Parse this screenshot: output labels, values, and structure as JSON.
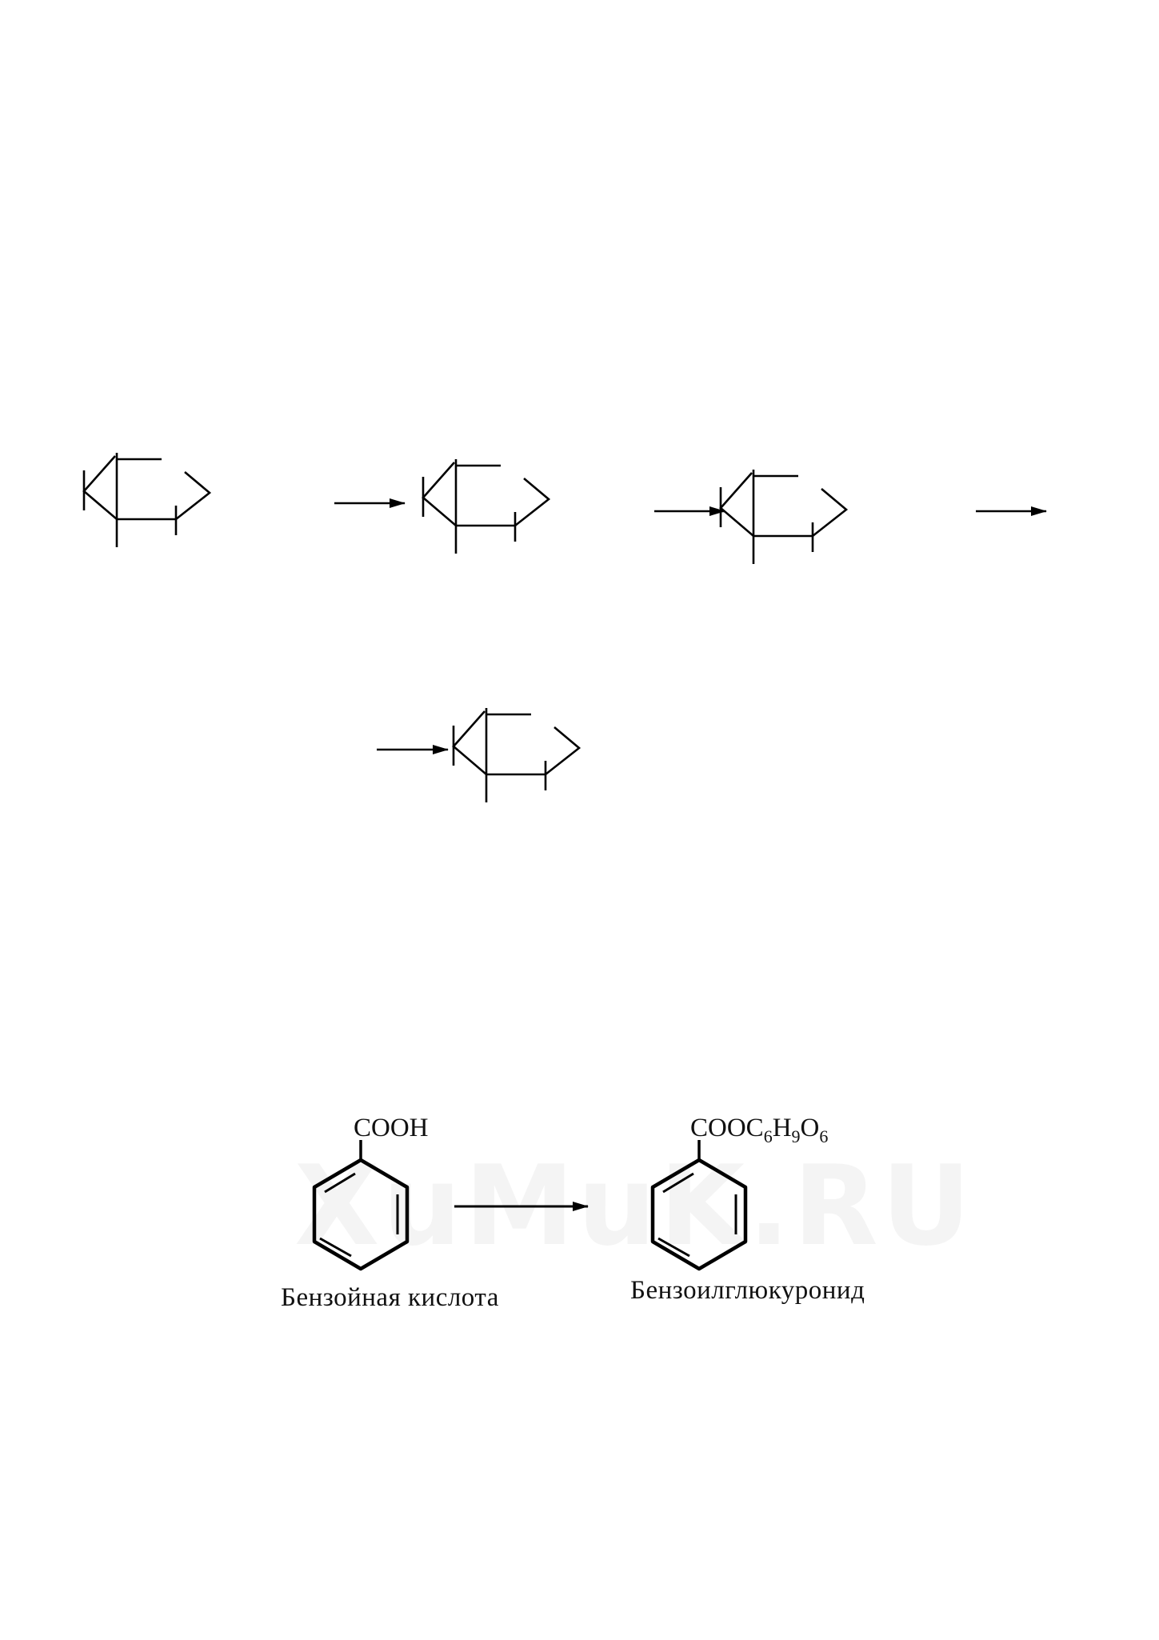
{
  "scheme1": {
    "skeleton_count": 4,
    "arrow_count": 4
  },
  "scheme2": {
    "reactant": {
      "substituent": "COOH",
      "name": "Бензойная кислота"
    },
    "product": {
      "substituent": "COOC",
      "sub1": "6",
      "h": "H",
      "sub2": "9",
      "o": "O",
      "sub3": "6",
      "name": "Бензоилглюкуронид"
    }
  },
  "watermark": {
    "text": "XuMuK.RU"
  },
  "colors": {
    "ink": "#000000",
    "background": "#ffffff"
  }
}
